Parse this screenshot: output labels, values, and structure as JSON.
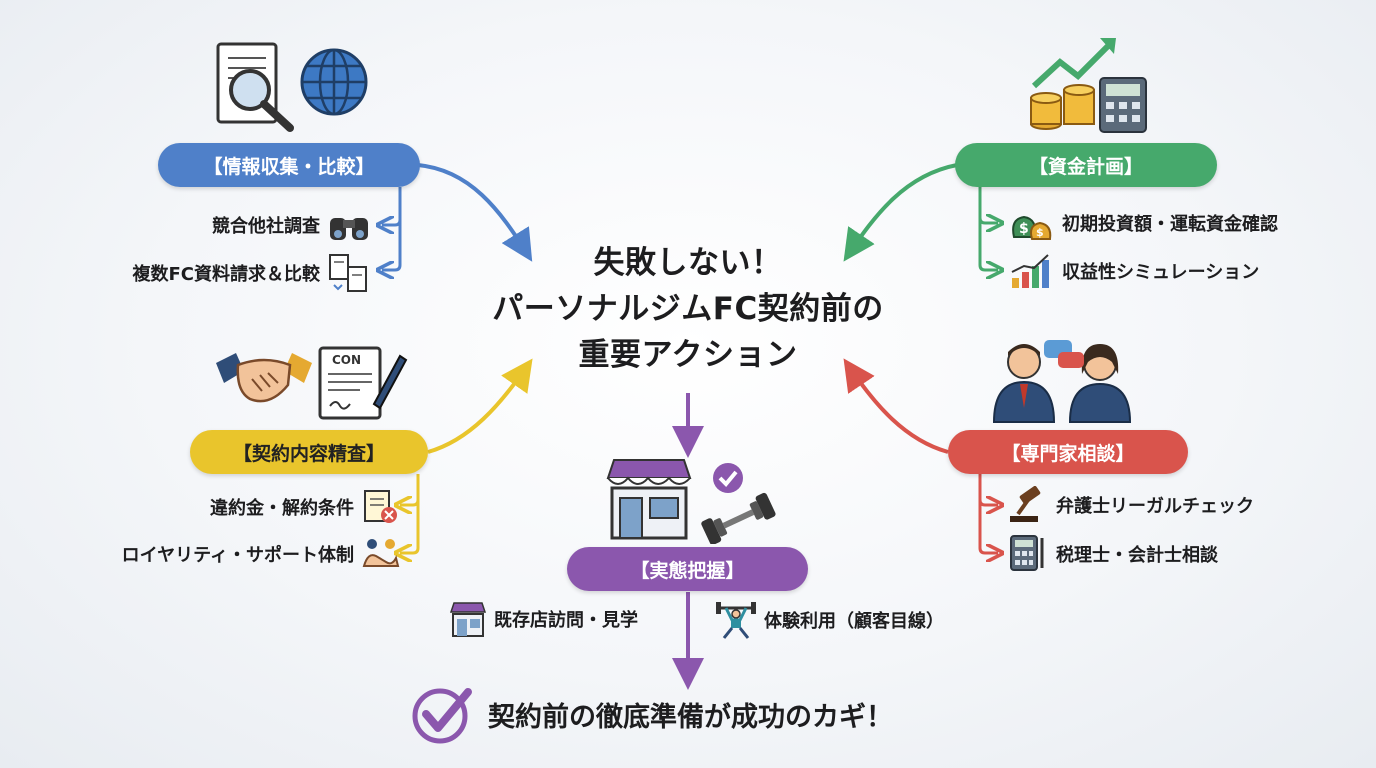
{
  "title": {
    "line1": "失敗しない！",
    "line2": "パーソナルジムFC契約前の",
    "line3": "重要アクション"
  },
  "branches": {
    "info": {
      "label": "【情報収集・比較】",
      "items": [
        "競合他社調査",
        "複数FC資料請求＆比較"
      ]
    },
    "funds": {
      "label": "【資金計画】",
      "items": [
        "初期投資額・運転資金確認",
        "収益性シミュレーション"
      ]
    },
    "contract": {
      "label": "【契約内容精査】",
      "items": [
        "違約金・解約条件",
        "ロイヤリティ・サポート体制"
      ]
    },
    "expert": {
      "label": "【専門家相談】",
      "items": [
        "弁護士リーガルチェック",
        "税理士・会計士相談"
      ]
    },
    "reality": {
      "label": "【実態把握】",
      "items": [
        "既存店訪問・見学",
        "体験利用（顧客目線）"
      ]
    }
  },
  "document_icon_text": "CON",
  "conclusion": "契約前の徹底準備が成功のカギ！",
  "colors": {
    "blue": "#4f80c9",
    "green": "#46a96c",
    "yellow": "#e9c52c",
    "red": "#d9544c",
    "purple": "#8b57ad"
  }
}
